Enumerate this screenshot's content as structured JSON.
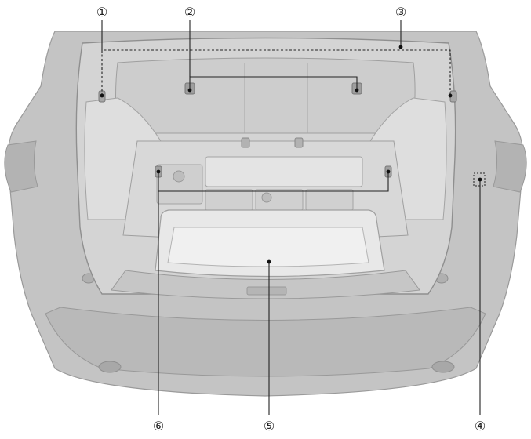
{
  "callouts": [
    {
      "id": "1",
      "label": "①"
    },
    {
      "id": "2",
      "label": "②"
    },
    {
      "id": "3",
      "label": "③"
    },
    {
      "id": "4",
      "label": "④"
    },
    {
      "id": "5",
      "label": "⑤"
    },
    {
      "id": "6",
      "label": "⑥"
    }
  ],
  "colors": {
    "body": "#c9c9c9",
    "body_dark": "#a9a9a9",
    "interior": "#d6d6d6",
    "interior_light": "#e6e6e6",
    "outline": "#9a9a9a"
  }
}
